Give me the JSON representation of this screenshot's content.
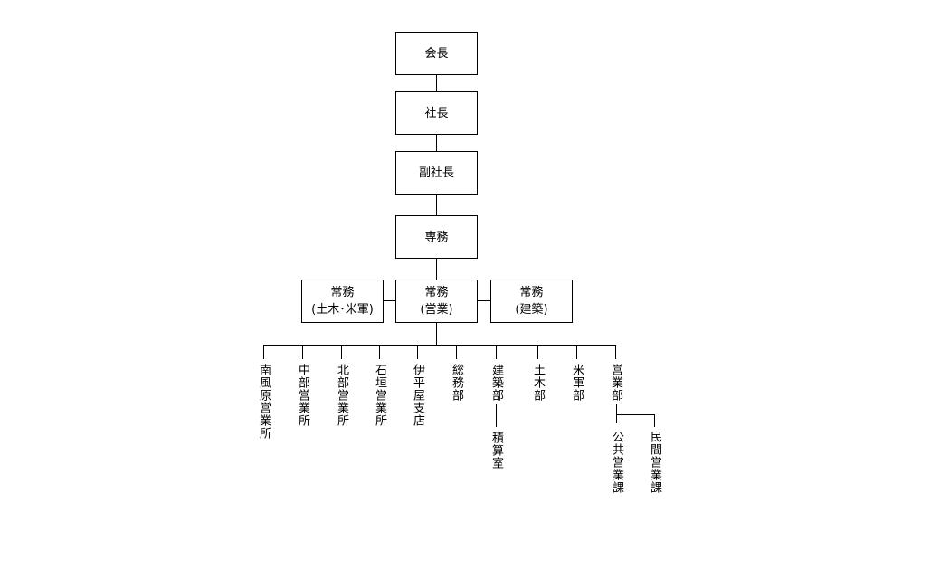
{
  "org": {
    "chairman": "会長",
    "president": "社長",
    "vice_president": "副社長",
    "senior_md": "専務",
    "md_left": {
      "line1": "常務",
      "line2": "(土木･米軍)"
    },
    "md_center": {
      "line1": "常務",
      "line2": "(営業)"
    },
    "md_right": {
      "line1": "常務",
      "line2": "(建築)"
    },
    "departments": [
      "南風原営業所",
      "中部営業所",
      "北部営業所",
      "石垣営業所",
      "伊平屋支店",
      "総務部",
      "建築部",
      "土木部",
      "米軍部",
      "営業部"
    ],
    "sub_estimation": "積算室",
    "sub_public_sales": "公共営業課",
    "sub_private_sales": "民間営業課"
  }
}
